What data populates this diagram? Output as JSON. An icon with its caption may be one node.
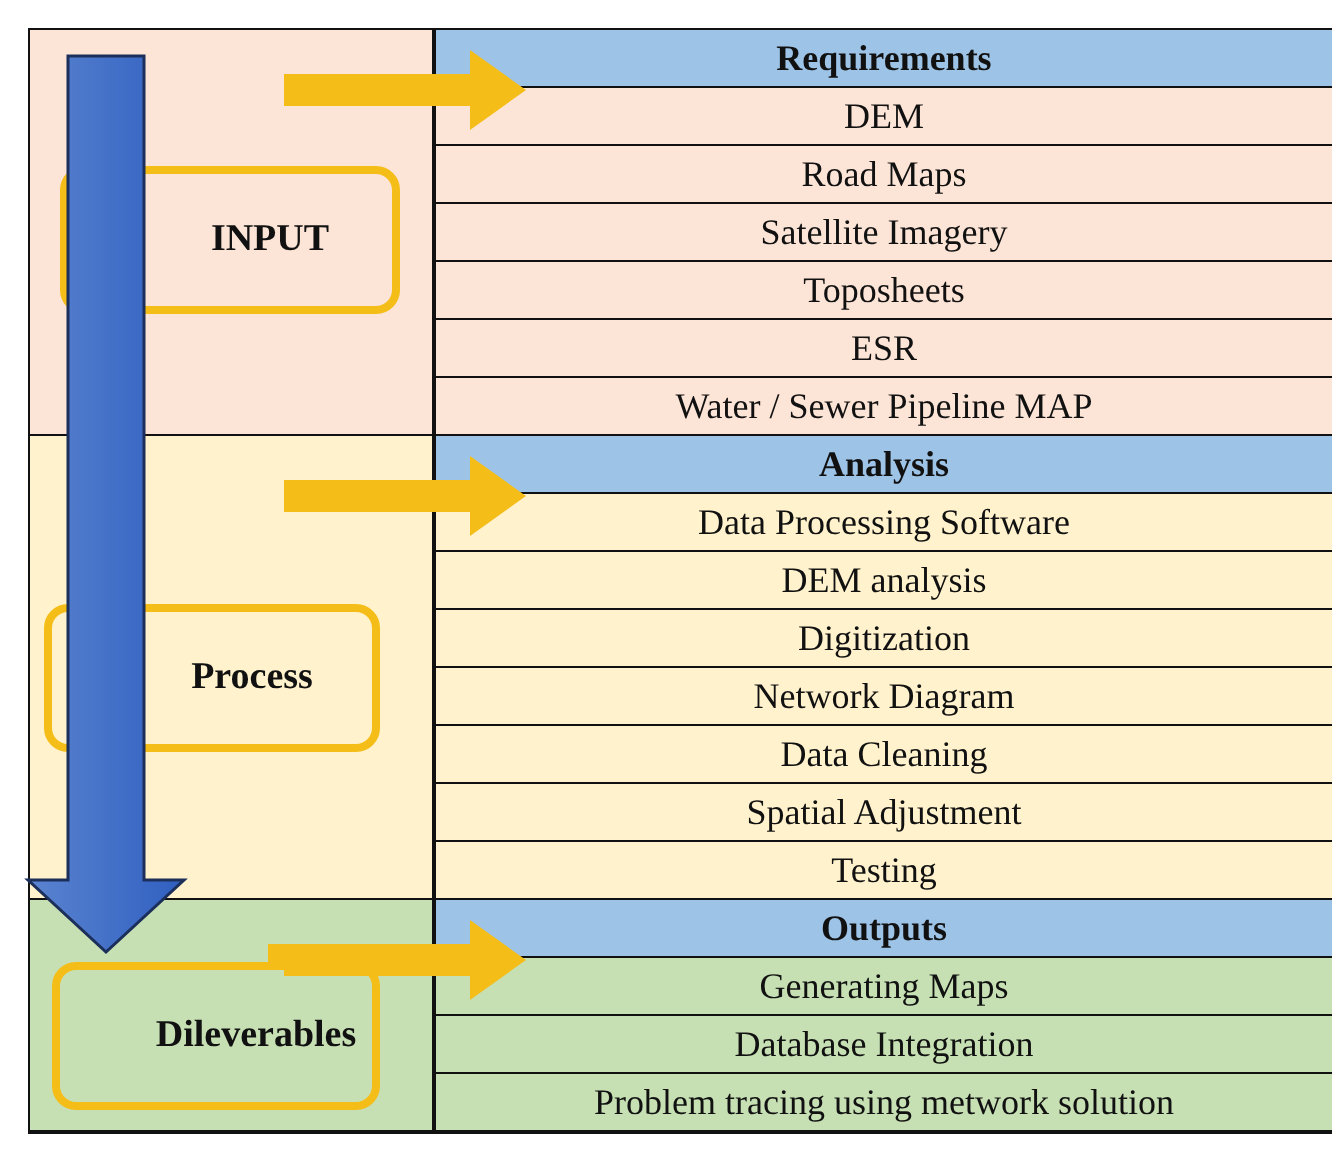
{
  "diagram": {
    "nodes": [
      {
        "text": [
          "INPUT"
        ]
      },
      {
        "text": [
          "Requirements"
        ]
      },
      {
        "text": [
          "DEM"
        ]
      },
      {
        "text": [
          "Road Maps"
        ]
      },
      {
        "text": [
          "Satellite Imagery"
        ]
      },
      {
        "text": [
          "Toposheets"
        ]
      },
      {
        "text": [
          "ESR"
        ]
      },
      {
        "text": [
          "Water / Sewer Pipeline MAP"
        ]
      },
      {
        "text": [
          "Process"
        ]
      },
      {
        "text": [
          "Analysis"
        ]
      },
      {
        "text": [
          "Data Processing Software"
        ]
      },
      {
        "text": [
          "DEM analysis"
        ]
      },
      {
        "text": [
          "Digitization"
        ]
      },
      {
        "text": [
          "Network Diagram"
        ]
      },
      {
        "text": [
          "Data Cleaning"
        ]
      },
      {
        "text": [
          "Spatial Adjustment"
        ]
      },
      {
        "text": [
          "Testing"
        ]
      },
      {
        "text": [
          "Dileverables"
        ]
      },
      {
        "text": [
          "Outputs"
        ]
      },
      {
        "text": [
          "Generating Maps"
        ]
      },
      {
        "text": [
          "Database Integration"
        ]
      },
      {
        "text": [
          "Problem tracing using metwork solution"
        ]
      }
    ],
    "edges": [
      {
        "from": null,
        "to": 1,
        "arrow": "to"
      },
      {
        "from": null,
        "to": 9,
        "arrow": "to"
      },
      {
        "from": 17,
        "to": 18,
        "arrow": "to"
      }
    ]
  }
}
